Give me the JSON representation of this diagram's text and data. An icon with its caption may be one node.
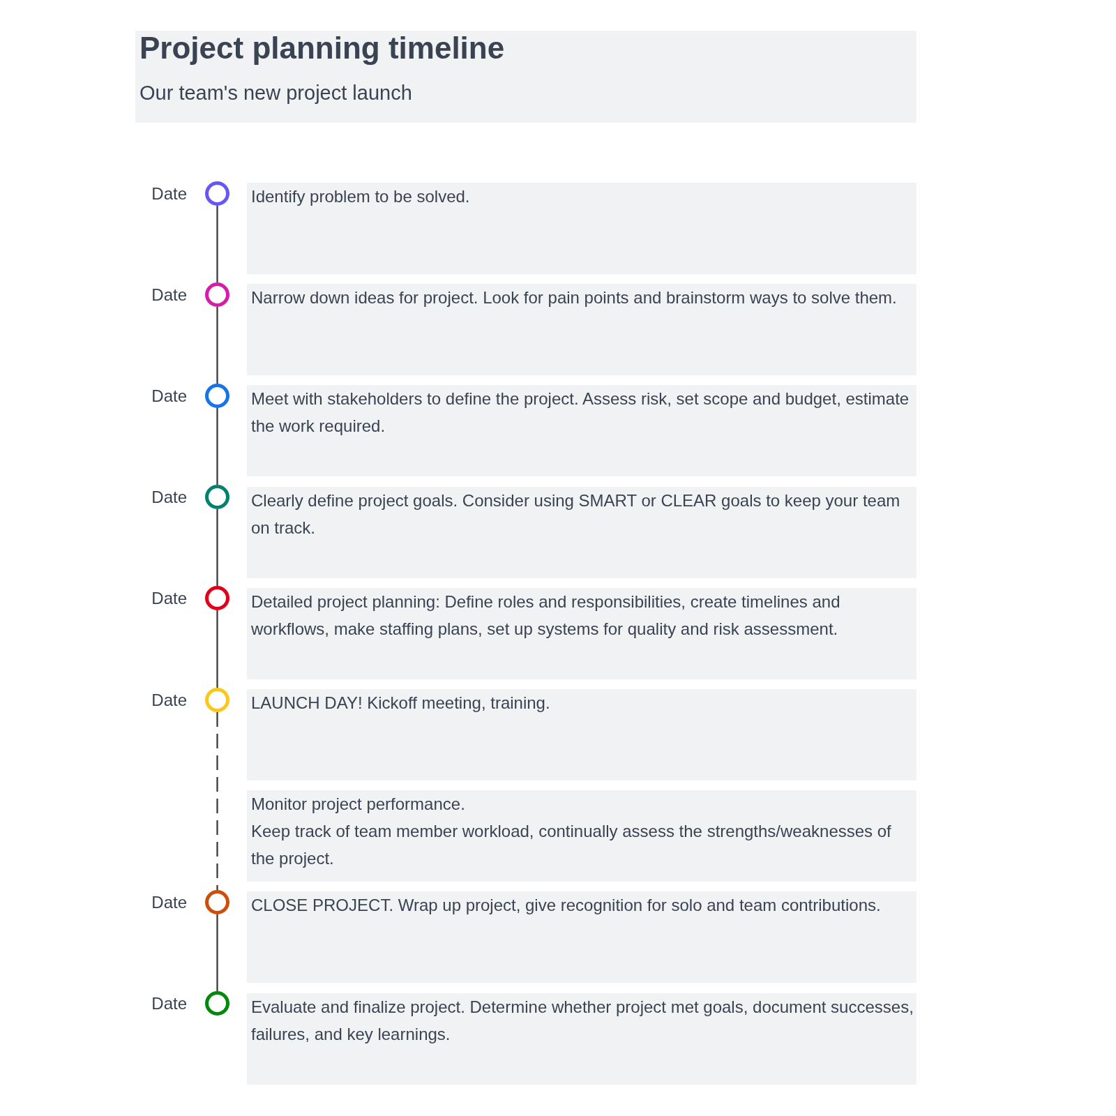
{
  "diagram": {
    "nodes": [
      {
        "text": [
          "Project planning timeline",
          "Our team's new project launch"
        ]
      },
      {
        "text": [],
        "shape": "circle",
        "beside": [
          "Date"
        ]
      },
      {
        "text": [
          "Identify problem to be solved."
        ]
      },
      {
        "text": [],
        "shape": "circle",
        "beside": [
          "Date"
        ]
      },
      {
        "text": [
          "Narrow down ideas for project. Look for pain points and brainstorm ways to solve them."
        ]
      },
      {
        "text": [],
        "shape": "circle",
        "beside": [
          "Date"
        ]
      },
      {
        "text": [
          "Meet with stakeholders to define the project. Assess risk, set scope and budget, estimate the work required."
        ]
      },
      {
        "text": [],
        "shape": "circle",
        "beside": [
          "Date"
        ]
      },
      {
        "text": [
          "Clearly define project goals. Consider using SMART or CLEAR goals to keep your team on track."
        ]
      },
      {
        "text": [],
        "shape": "circle",
        "beside": [
          "Date"
        ]
      },
      {
        "text": [
          "Detailed project planning: Define roles and responsibilities, create timelines and workflows, make staffing plans, set up systems for quality and risk assessment."
        ]
      },
      {
        "text": [],
        "shape": "circle",
        "beside": [
          "Date"
        ]
      },
      {
        "text": [
          "LAUNCH DAY! Kickoff meeting, training."
        ]
      },
      {
        "text": [
          "Monitor project performance.",
          "Keep track of team member workload, continually assess the strengths/weaknesses of the project."
        ]
      },
      {
        "text": [],
        "shape": "circle",
        "beside": [
          "Date"
        ]
      },
      {
        "text": [
          "CLOSE PROJECT. Wrap up project, give recognition for solo and team contributions."
        ]
      },
      {
        "text": [],
        "shape": "circle",
        "beside": [
          "Date"
        ]
      },
      {
        "text": [
          "Evaluate and finalize project. Determine whether project met goals, document successes, failures, and key learnings."
        ]
      }
    ],
    "edges": [
      {
        "from": 1,
        "to": 3,
        "arrow": "none"
      },
      {
        "from": 3,
        "to": 5,
        "arrow": "none"
      },
      {
        "from": 5,
        "to": 7,
        "arrow": "none"
      },
      {
        "from": 7,
        "to": 9,
        "arrow": "none"
      },
      {
        "from": 9,
        "to": 11,
        "arrow": "none"
      },
      {
        "from": 11,
        "to": 14,
        "arrow": "none",
        "style": "dashed"
      },
      {
        "from": 14,
        "to": 16,
        "arrow": "none"
      }
    ]
  }
}
